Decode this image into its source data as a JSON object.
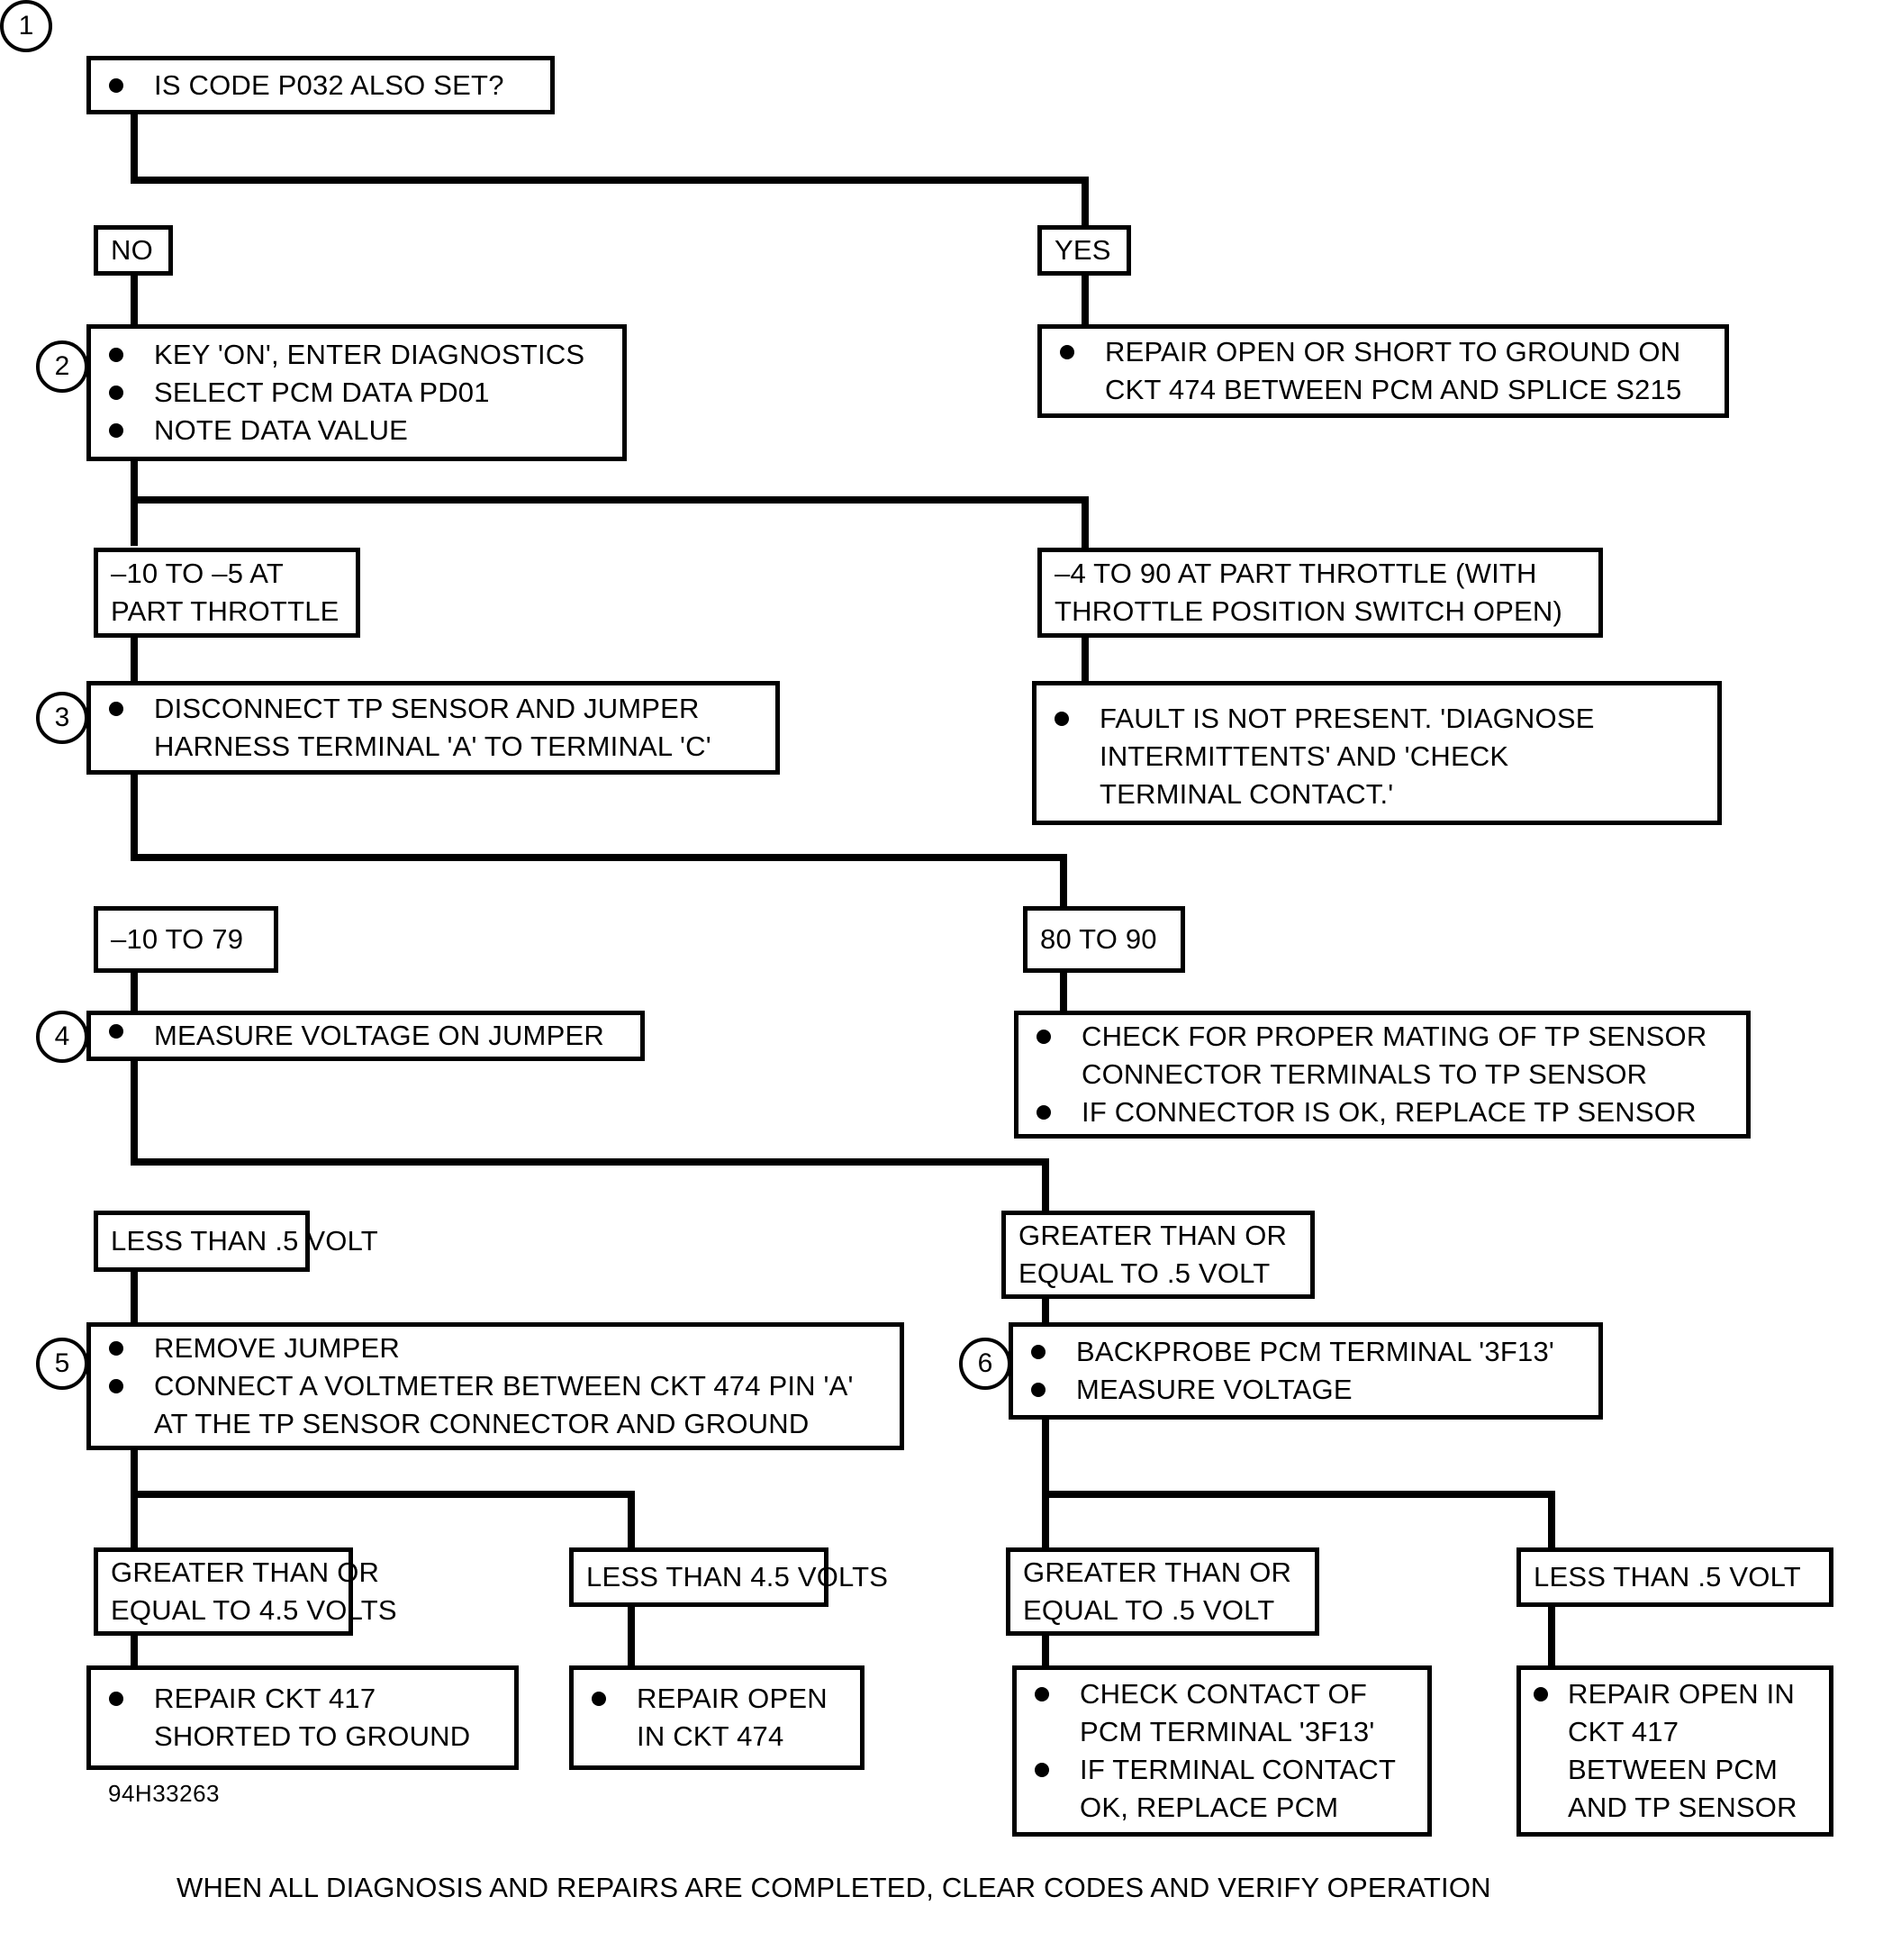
{
  "figure": {
    "id": "94H33263",
    "footer": "WHEN ALL DIAGNOSIS AND REPAIRS ARE COMPLETED, CLEAR CODES AND VERIFY OPERATION"
  },
  "chart_data": {
    "type": "diagram",
    "diagram_type": "diagnostic-flowchart",
    "title": "",
    "nodes": [
      {
        "id": "step1",
        "kind": "step",
        "number": "1",
        "lines": [
          "IS CODE P032 ALSO SET?"
        ]
      },
      {
        "id": "branch_no",
        "kind": "label",
        "lines": [
          "NO"
        ]
      },
      {
        "id": "branch_yes",
        "kind": "label",
        "lines": [
          "YES"
        ]
      },
      {
        "id": "step2",
        "kind": "step",
        "number": "2",
        "lines": [
          "KEY 'ON', ENTER DIAGNOSTICS",
          "SELECT PCM DATA PD01",
          "NOTE DATA VALUE"
        ]
      },
      {
        "id": "action_yes1",
        "kind": "action",
        "lines": [
          "REPAIR OPEN OR SHORT TO GROUND ON",
          "CKT 474 BETWEEN PCM AND SPLICE S215"
        ]
      },
      {
        "id": "label_m10_m5",
        "kind": "label",
        "lines": [
          "–10 TO –5 AT",
          "PART THROTTLE"
        ]
      },
      {
        "id": "label_m4_90",
        "kind": "label",
        "lines": [
          "–4 TO 90 AT PART THROTTLE (WITH",
          "THROTTLE POSITION SWITCH OPEN)"
        ]
      },
      {
        "id": "step3",
        "kind": "step",
        "number": "3",
        "lines": [
          "DISCONNECT TP SENSOR AND JUMPER",
          "HARNESS TERMINAL 'A' TO TERMINAL 'C'"
        ]
      },
      {
        "id": "action_no_fault",
        "kind": "action",
        "lines": [
          "FAULT IS NOT PRESENT. 'DIAGNOSE",
          "INTERMITTENTS' AND 'CHECK",
          "TERMINAL CONTACT.'"
        ]
      },
      {
        "id": "label_m10_79",
        "kind": "label",
        "lines": [
          "–10 TO 79"
        ]
      },
      {
        "id": "label_80_90",
        "kind": "label",
        "lines": [
          "80 TO 90"
        ]
      },
      {
        "id": "step4",
        "kind": "step",
        "number": "4",
        "lines": [
          "MEASURE VOLTAGE ON JUMPER"
        ]
      },
      {
        "id": "action_check_mating",
        "kind": "action",
        "lines": [
          "CHECK FOR PROPER MATING OF TP SENSOR",
          "CONNECTOR TERMINALS TO TP SENSOR",
          "IF CONNECTOR IS OK, REPLACE TP SENSOR"
        ]
      },
      {
        "id": "label_lt_5v_a",
        "kind": "label",
        "lines": [
          "LESS THAN .5 VOLT"
        ]
      },
      {
        "id": "label_ge_5v_a",
        "kind": "label",
        "lines": [
          "GREATER THAN OR",
          "EQUAL TO .5 VOLT"
        ]
      },
      {
        "id": "step5",
        "kind": "step",
        "number": "5",
        "lines": [
          "REMOVE JUMPER",
          "CONNECT A VOLTMETER BETWEEN CKT 474 PIN 'A'",
          "AT THE TP SENSOR CONNECTOR AND GROUND"
        ]
      },
      {
        "id": "step6",
        "kind": "step",
        "number": "6",
        "lines": [
          "BACKPROBE PCM TERMINAL '3F13'",
          "MEASURE VOLTAGE"
        ]
      },
      {
        "id": "label_ge_45v",
        "kind": "label",
        "lines": [
          "GREATER THAN OR",
          "EQUAL TO 4.5 VOLTS"
        ]
      },
      {
        "id": "label_lt_45v",
        "kind": "label",
        "lines": [
          "LESS THAN 4.5 VOLTS"
        ]
      },
      {
        "id": "label_ge_5v_b",
        "kind": "label",
        "lines": [
          "GREATER THAN OR",
          "EQUAL TO .5 VOLT"
        ]
      },
      {
        "id": "label_lt_5v_b",
        "kind": "label",
        "lines": [
          "LESS THAN .5 VOLT"
        ]
      },
      {
        "id": "action_repair417_short",
        "kind": "action",
        "lines": [
          "REPAIR CKT 417",
          "SHORTED TO GROUND"
        ]
      },
      {
        "id": "action_repair_open474",
        "kind": "action",
        "lines": [
          "REPAIR OPEN",
          "IN CKT 474"
        ]
      },
      {
        "id": "action_check_contact",
        "kind": "action",
        "lines": [
          "CHECK CONTACT OF",
          "PCM TERMINAL '3F13'",
          "IF TERMINAL CONTACT",
          "OK, REPLACE PCM"
        ]
      },
      {
        "id": "action_repair_open417",
        "kind": "action",
        "lines": [
          "REPAIR OPEN IN",
          "CKT 417",
          "BETWEEN PCM",
          "AND TP SENSOR"
        ]
      }
    ],
    "edges": [
      {
        "from": "step1",
        "to": "branch_no",
        "label": "NO"
      },
      {
        "from": "step1",
        "to": "branch_yes",
        "label": "YES"
      },
      {
        "from": "branch_no",
        "to": "step2",
        "label": ""
      },
      {
        "from": "branch_yes",
        "to": "action_yes1",
        "label": ""
      },
      {
        "from": "step2",
        "to": "label_m10_m5",
        "label": "–10 TO –5 AT PART THROTTLE"
      },
      {
        "from": "step2",
        "to": "label_m4_90",
        "label": "–4 TO 90 AT PART THROTTLE"
      },
      {
        "from": "label_m10_m5",
        "to": "step3",
        "label": ""
      },
      {
        "from": "label_m4_90",
        "to": "action_no_fault",
        "label": ""
      },
      {
        "from": "step3",
        "to": "label_m10_79",
        "label": "–10 TO 79"
      },
      {
        "from": "step3",
        "to": "label_80_90",
        "label": "80 TO 90"
      },
      {
        "from": "label_m10_79",
        "to": "step4",
        "label": ""
      },
      {
        "from": "label_80_90",
        "to": "action_check_mating",
        "label": ""
      },
      {
        "from": "step4",
        "to": "label_lt_5v_a",
        "label": "LESS THAN .5 VOLT"
      },
      {
        "from": "step4",
        "to": "label_ge_5v_a",
        "label": "GREATER THAN OR EQUAL TO .5 VOLT"
      },
      {
        "from": "label_lt_5v_a",
        "to": "step5",
        "label": ""
      },
      {
        "from": "label_ge_5v_a",
        "to": "step6",
        "label": ""
      },
      {
        "from": "step5",
        "to": "label_ge_45v",
        "label": "GREATER THAN OR EQUAL TO 4.5 VOLTS"
      },
      {
        "from": "step5",
        "to": "label_lt_45v",
        "label": "LESS THAN 4.5 VOLTS"
      },
      {
        "from": "step6",
        "to": "label_ge_5v_b",
        "label": "GREATER THAN OR EQUAL TO .5 VOLT"
      },
      {
        "from": "step6",
        "to": "label_lt_5v_b",
        "label": "LESS THAN .5 VOLT"
      },
      {
        "from": "label_ge_45v",
        "to": "action_repair417_short",
        "label": ""
      },
      {
        "from": "label_lt_45v",
        "to": "action_repair_open474",
        "label": ""
      },
      {
        "from": "label_ge_5v_b",
        "to": "action_check_contact",
        "label": ""
      },
      {
        "from": "label_lt_5v_b",
        "to": "action_repair_open417",
        "label": ""
      }
    ]
  },
  "steps": {
    "s1": {
      "num": "1",
      "l1": "IS CODE P032 ALSO SET?"
    },
    "s2": {
      "num": "2",
      "l1": "KEY 'ON', ENTER DIAGNOSTICS",
      "l2": "SELECT PCM DATA PD01",
      "l3": "NOTE DATA VALUE"
    },
    "s3": {
      "num": "3",
      "l1": "DISCONNECT TP SENSOR AND JUMPER",
      "l2": "HARNESS TERMINAL 'A' TO TERMINAL 'C'"
    },
    "s4": {
      "num": "4",
      "l1": "MEASURE VOLTAGE ON JUMPER"
    },
    "s5": {
      "num": "5",
      "l1": "REMOVE JUMPER",
      "l2": "CONNECT A VOLTMETER BETWEEN CKT 474 PIN 'A'",
      "l3": "AT THE TP SENSOR CONNECTOR AND GROUND"
    },
    "s6": {
      "num": "6",
      "l1": "BACKPROBE PCM TERMINAL '3F13'",
      "l2": "MEASURE VOLTAGE"
    }
  },
  "labels": {
    "no": "NO",
    "yes": "YES",
    "m10_m5_a": "–10 TO –5 AT",
    "m10_m5_b": "PART THROTTLE",
    "m4_90_a": "–4 TO 90 AT PART THROTTLE (WITH",
    "m4_90_b": "THROTTLE POSITION SWITCH OPEN)",
    "m10_79": "–10 TO 79",
    "eighty_90": "80 TO 90",
    "lt5v_a": "LESS THAN .5 VOLT",
    "ge5v_a1": "GREATER THAN OR",
    "ge5v_a2": "EQUAL TO .5 VOLT",
    "ge45v_1": "GREATER THAN OR",
    "ge45v_2": "EQUAL TO 4.5 VOLTS",
    "lt45v": "LESS THAN 4.5 VOLTS",
    "ge5v_b1": "GREATER THAN OR",
    "ge5v_b2": "EQUAL TO .5 VOLT",
    "lt5v_b": "LESS THAN .5 VOLT"
  },
  "actions": {
    "yes_repair": {
      "l1": "REPAIR OPEN OR SHORT TO GROUND ON",
      "l2": "CKT 474 BETWEEN PCM AND SPLICE S215"
    },
    "no_fault": {
      "l1": "FAULT IS NOT PRESENT. 'DIAGNOSE",
      "l2": "INTERMITTENTS' AND 'CHECK",
      "l3": "TERMINAL CONTACT.'"
    },
    "check_mating": {
      "l1": "CHECK FOR PROPER MATING OF TP SENSOR",
      "l2": "CONNECTOR TERMINALS TO TP SENSOR",
      "l3": "IF CONNECTOR IS OK, REPLACE TP SENSOR"
    },
    "repair417_short": {
      "l1": "REPAIR CKT 417",
      "l2": "SHORTED TO GROUND"
    },
    "repair_open474": {
      "l1": "REPAIR OPEN",
      "l2": "IN CKT 474"
    },
    "check_contact": {
      "l1": "CHECK CONTACT OF",
      "l2": "PCM TERMINAL '3F13'",
      "l3": "IF TERMINAL CONTACT",
      "l4": "OK, REPLACE PCM"
    },
    "repair_open417": {
      "l1": "REPAIR OPEN IN",
      "l2": "CKT 417",
      "l3": "BETWEEN PCM",
      "l4": "AND TP SENSOR"
    }
  }
}
